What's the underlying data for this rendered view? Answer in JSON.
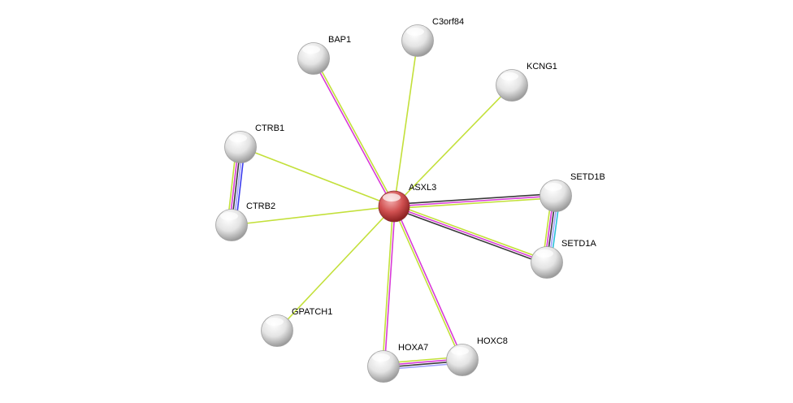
{
  "network": {
    "center_node": "ASXL3",
    "nodes": [
      {
        "id": "ASXL3",
        "label": "ASXL3",
        "query": true
      },
      {
        "id": "BAP1",
        "label": "BAP1"
      },
      {
        "id": "C3orf84",
        "label": "C3orf84"
      },
      {
        "id": "KCNG1",
        "label": "KCNG1"
      },
      {
        "id": "CTRB1",
        "label": "CTRB1"
      },
      {
        "id": "CTRB2",
        "label": "CTRB2"
      },
      {
        "id": "SETD1B",
        "label": "SETD1B"
      },
      {
        "id": "SETD1A",
        "label": "SETD1A"
      },
      {
        "id": "GPATCH1",
        "label": "GPATCH1"
      },
      {
        "id": "HOXA7",
        "label": "HOXA7"
      },
      {
        "id": "HOXC8",
        "label": "HOXC8"
      }
    ],
    "edges": [
      {
        "a": "ASXL3",
        "b": "BAP1",
        "evidence": [
          "magenta",
          "textmining"
        ]
      },
      {
        "a": "ASXL3",
        "b": "C3orf84",
        "evidence": [
          "textmining"
        ]
      },
      {
        "a": "ASXL3",
        "b": "KCNG1",
        "evidence": [
          "textmining"
        ]
      },
      {
        "a": "ASXL3",
        "b": "CTRB1",
        "evidence": [
          "textmining"
        ]
      },
      {
        "a": "ASXL3",
        "b": "CTRB2",
        "evidence": [
          "textmining"
        ]
      },
      {
        "a": "ASXL3",
        "b": "SETD1B",
        "evidence": [
          "black",
          "magenta",
          "textmining"
        ]
      },
      {
        "a": "ASXL3",
        "b": "SETD1A",
        "evidence": [
          "textmining",
          "magenta",
          "black"
        ]
      },
      {
        "a": "ASXL3",
        "b": "GPATCH1",
        "evidence": [
          "textmining"
        ]
      },
      {
        "a": "ASXL3",
        "b": "HOXA7",
        "evidence": [
          "magenta",
          "textmining"
        ]
      },
      {
        "a": "ASXL3",
        "b": "HOXC8",
        "evidence": [
          "magenta",
          "textmining"
        ]
      },
      {
        "a": "CTRB1",
        "b": "CTRB2",
        "evidence": [
          "blue",
          "lavender",
          "black",
          "magenta",
          "textmining"
        ]
      },
      {
        "a": "SETD1B",
        "b": "SETD1A",
        "evidence": [
          "cyan",
          "lavender",
          "black",
          "magenta",
          "textmining"
        ]
      },
      {
        "a": "HOXA7",
        "b": "HOXC8",
        "evidence": [
          "textmining",
          "magenta",
          "black",
          "lavender"
        ]
      }
    ],
    "colors": {
      "textmining": "#c3e03a",
      "magenta": "#d83ad8",
      "black": "#3a3a3a",
      "cyan": "#2cc0d8",
      "blue": "#3a3aee",
      "lavender": "#a0a0ff",
      "node": "#e8e8e8",
      "query_node": "#d04848"
    }
  }
}
